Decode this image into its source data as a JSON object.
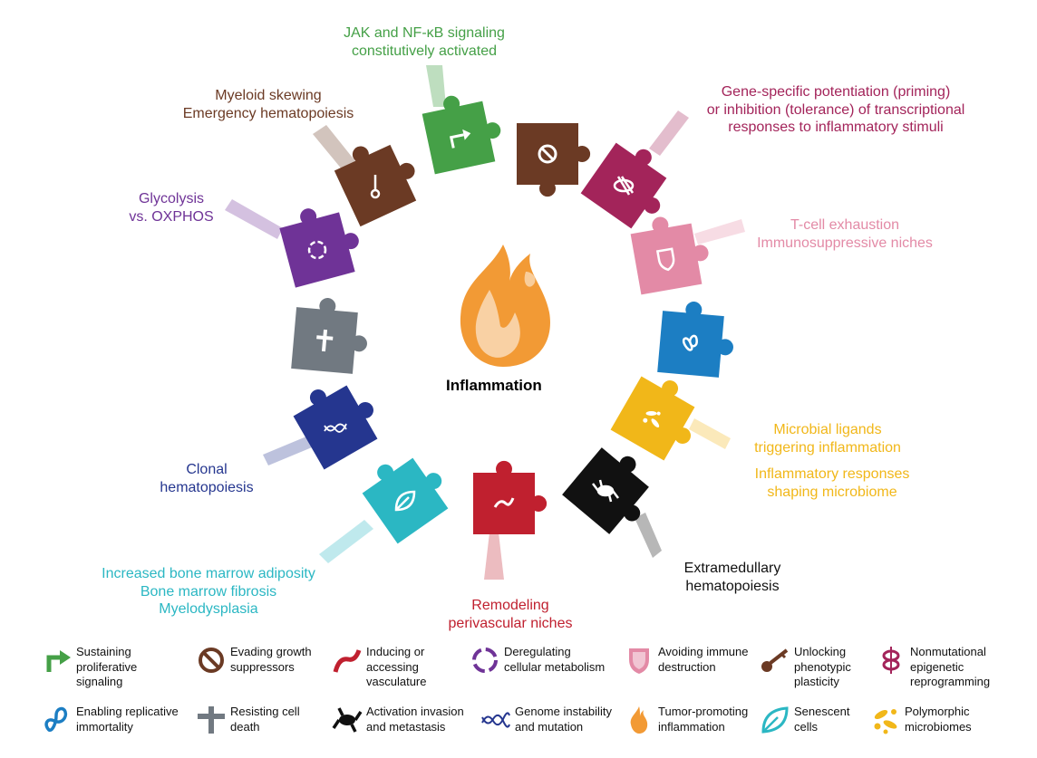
{
  "center_label": "Inflammation",
  "colors": {
    "green": "#45a047",
    "brown": "#6b3a24",
    "magenta": "#a3245a",
    "pink": "#e38aa6",
    "blue": "#1c7ec3",
    "yellow": "#f1b719",
    "black": "#111111",
    "red": "#c0202f",
    "teal": "#2bb7c3",
    "navy": "#25368f",
    "gray": "#717981",
    "purple": "#6f3397",
    "flame": "#f29a35"
  },
  "labels": {
    "green": [
      "JAK and NF-κB signaling",
      "constitutively activated"
    ],
    "brown": [
      "Myeloid skewing",
      "Emergency hematopoiesis"
    ],
    "magenta": [
      "Gene-specific potentiation (priming)",
      "or inhibition (tolerance) of transcriptional",
      "responses to inflammatory stimuli"
    ],
    "purple": [
      "Glycolysis",
      "vs. OXPHOS"
    ],
    "pink": [
      "T-cell exhaustion",
      "Immunosuppressive niches"
    ],
    "yellow1": [
      "Microbial ligands",
      "triggering inflammation"
    ],
    "yellow2": [
      "Inflammatory responses",
      "shaping microbiome"
    ],
    "navy": [
      "Clonal",
      "hematopoiesis"
    ],
    "teal": [
      "Increased bone marrow adiposity",
      "Bone marrow fibrosis",
      "Myelodysplasia"
    ],
    "red": [
      "Remodeling",
      "perivascular niches"
    ],
    "black": [
      "Extramedullary",
      "hematopoiesis"
    ]
  },
  "legend": [
    {
      "icon": "arrow-icon",
      "color": "#45a047",
      "lines": [
        "Sustaining",
        "proliferative",
        "signaling"
      ]
    },
    {
      "icon": "no-entry-icon",
      "color": "#6b3a24",
      "lines": [
        "Evading growth",
        "suppressors"
      ]
    },
    {
      "icon": "vessel-icon",
      "color": "#c0202f",
      "lines": [
        "Inducing or",
        "accessing",
        "vasculature"
      ]
    },
    {
      "icon": "cycle-icon",
      "color": "#6f3397",
      "lines": [
        "Deregulating",
        "cellular metabolism"
      ]
    },
    {
      "icon": "shield-icon",
      "color": "#e38aa6",
      "lines": [
        "Avoiding immune",
        "destruction"
      ]
    },
    {
      "icon": "key-icon",
      "color": "#6b3a24",
      "lines": [
        "Unlocking",
        "phenotypic",
        "plasticity"
      ]
    },
    {
      "icon": "dna-coil-icon",
      "color": "#a3245a",
      "lines": [
        "Nonmutational",
        "epigenetic",
        "reprogramming"
      ]
    },
    {
      "icon": "infinity-icon",
      "color": "#1c7ec3",
      "lines": [
        "Enabling replicative",
        "immortality"
      ]
    },
    {
      "icon": "cross-icon",
      "color": "#717981",
      "lines": [
        "Resisting cell",
        "death"
      ]
    },
    {
      "icon": "crab-icon",
      "color": "#111111",
      "lines": [
        "Activation invasion",
        "and metastasis"
      ]
    },
    {
      "icon": "chromosome-icon",
      "color": "#25368f",
      "lines": [
        "Genome instability",
        "and mutation"
      ]
    },
    {
      "icon": "flame-icon",
      "color": "#f29a35",
      "lines": [
        "Tumor-promoting",
        "inflammation"
      ]
    },
    {
      "icon": "leaf-icon",
      "color": "#2bb7c3",
      "lines": [
        "Senescent",
        "cells"
      ]
    },
    {
      "icon": "microbe-icon",
      "color": "#f1b719",
      "lines": [
        "Polymorphic",
        "microbiomes"
      ]
    }
  ]
}
